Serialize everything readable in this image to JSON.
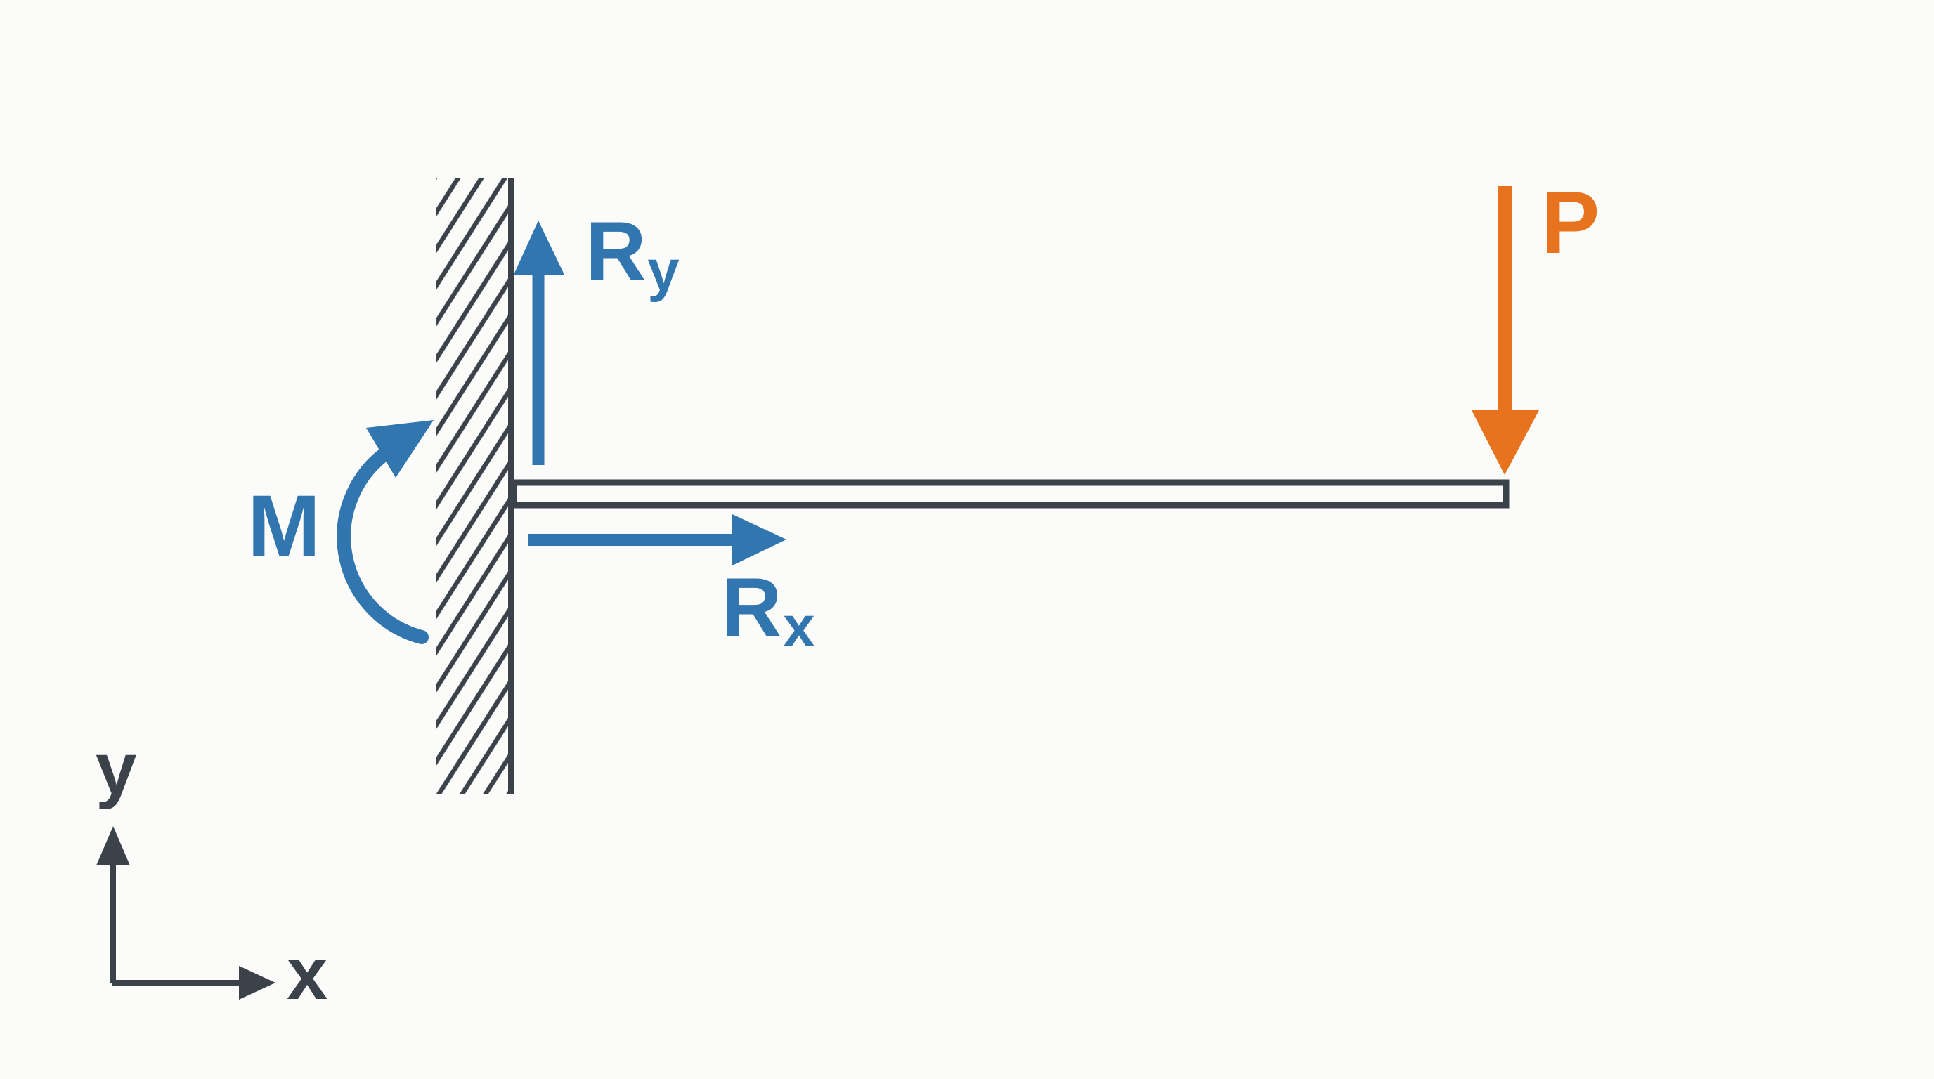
{
  "diagram": {
    "labels": {
      "moment": "M",
      "reaction_y": {
        "base": "R",
        "sub": "y"
      },
      "reaction_x": {
        "base": "R",
        "sub": "x"
      },
      "load": "P",
      "axis_y": "y",
      "axis_x": "x"
    },
    "colors": {
      "reaction": "#3176AF",
      "load": "#E7731F",
      "structure": "#3B424A",
      "background": "#FBFBF9"
    }
  }
}
